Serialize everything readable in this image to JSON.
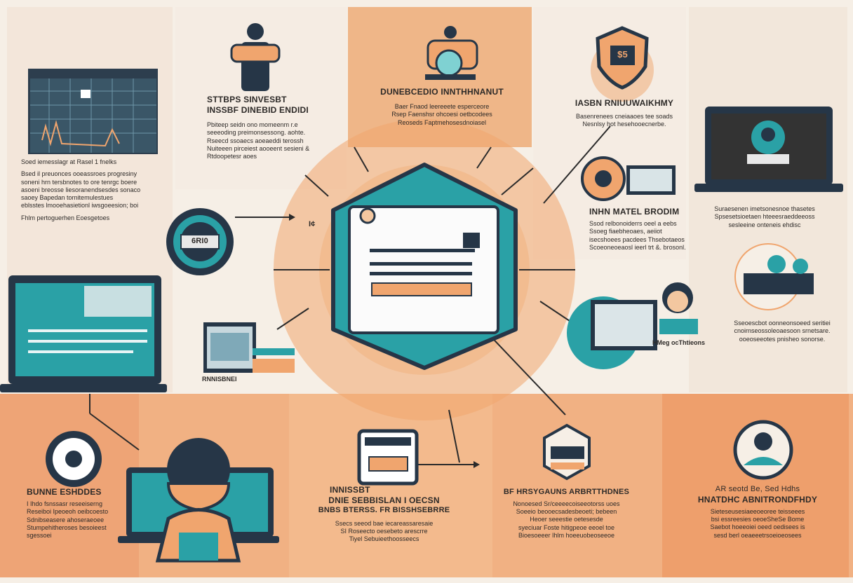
{
  "colors": {
    "background": "#f6efe6",
    "peach": "#f0a56e",
    "peach_light": "#f3c7a0",
    "teal": "#2aa1a6",
    "navy": "#263647",
    "dark": "#2b2b2b"
  },
  "blocks": {
    "b1": {
      "heading": "",
      "lines": [
        "Soed iemesslagr at Rasel 1 fnelks",
        "Bsed il preuonces ooeassroes progresiny",
        "soneni hrn tersbnotes to ore tenrgc boere",
        "asoeni breosse liesoranendsesdes sonaco",
        "saoey Bapedan tornitemulestues",
        "eblsstes lmooehasietionl iwsgoeesion; boi",
        "Fhlm pertoguerhen Eoesgetoes"
      ]
    },
    "b2": {
      "heading": "STTBPS SINVESBT",
      "heading2": "INSSBF DINEBID ENDIDI",
      "lines": [
        "Pbiteep seidn ono momeenm r.e",
        "seeeoding preimonsessong. aohte.",
        "Rseecd ssoaecs aoeaeddi terossh",
        "Nuiteeen pirceiest aooeent sesieni &",
        "Rtdoopetesr aoes"
      ]
    },
    "b3": {
      "heading": "DUNEBCEDIO INNTHHNANUT",
      "lines": [
        "Baer Fnaod leereeete esperceore",
        "Rsep Faenshsr ohcoesi oetbcodees",
        "Reoseds Faptmehosesdnoiasel"
      ]
    },
    "b4": {
      "heading": "IASBN RNIUUWAIKHMY",
      "lines": [
        "Basenrenees cneiaaoes tee soads",
        "Nesnlsy hot hesehooecnerbe."
      ]
    },
    "b5": {
      "heading": "INHN MATEL BRODIM",
      "lines": [
        "Ssod relbonoiderrs oeel a eebs",
        "Ssoeg fiaebheoaes, aeiiot",
        "isecshoees pacdees Thsebotaeos",
        "Scoeoneoeaosl ieerl trt &. brosonl."
      ]
    },
    "b6": {
      "heading": "",
      "lines": [
        "Suraesenen imetsonesnoe thasetes",
        "Spsesetsioetaen hteeesraeddeeoss",
        "sesleeine onteneis ehdisc"
      ]
    },
    "b7": {
      "heading": "",
      "lines": [
        "Sseoescbot oonneonsoeed seritiei",
        "cnoirnseossoleoaesoon srnetsare.",
        "ooeoseeotes pnisheo sonorse."
      ]
    },
    "b8": {
      "heading": "BUNNE ESHDDES",
      "lines": [
        "I Ihdo fsnssasr reseeiserng",
        "Reseiboi Ipeoeoh oeibcoesto",
        "Sdnibseasere ahoseraeoee",
        "Stumpehitheroses besoieest",
        "sgessoei"
      ]
    },
    "b9": {
      "heading": "INNISSBT",
      "heading2": "DNIE SEBBISLAN I OECSN",
      "heading3": "BNBS BTERSS. FR BISSHSEBRRE",
      "lines": [
        "Ssecs seeod bae iecareassaresaie",
        "SI Roseecto oesebeto arescrre",
        "Tiyel Sebuieethoosseecs"
      ]
    },
    "b10": {
      "heading": "BF HRSYGAUNS ARBRTTHDNES",
      "lines": [
        "Nonoesed Sr/ceeeecoiseeotorss uoes",
        "Soeeio beooecsadesbeoeti; bebeen",
        "Heoer seeestie oetesesde",
        "syeciuar Foste hitigpeoe eeoel toe",
        "Bioesoeeer Ihlm hoeeuobeoseeoe"
      ]
    },
    "b11": {
      "heading": "AR seotd Be, Sed Hdhs",
      "heading2": "HNATDHC ABNITRONDFHDY",
      "lines": [
        "Sieteseusesiaeeoeoree teisseees",
        "bsi essreesies oeoeSheSe Bome",
        "Saebot hoeeoiei oeed oedisees is",
        "sesd berl oeaeeetrsoeioeosees"
      ]
    }
  },
  "tags": {
    "gear": "6RI0",
    "small_laptop": "RNNISBNEI",
    "woman_panel": "HMeg ocThtieons",
    "shield_badge": "$5",
    "note_mark": "I¢"
  }
}
